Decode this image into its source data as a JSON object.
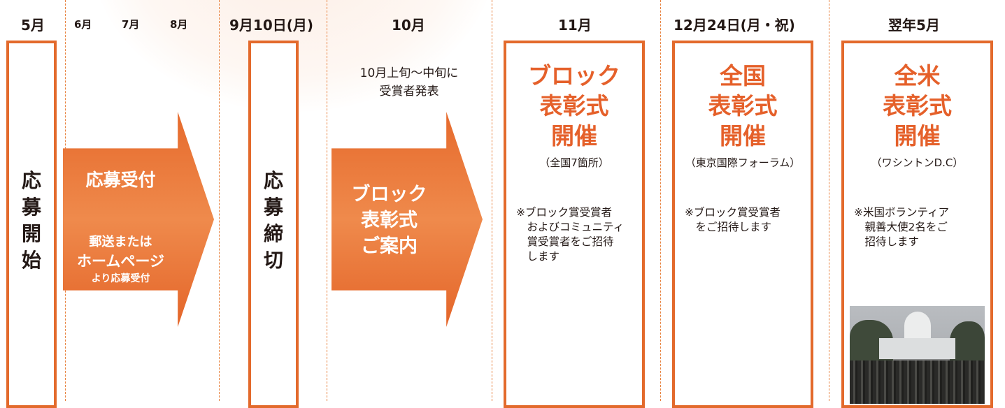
{
  "months": {
    "m5": "5月",
    "m6": "6月",
    "m7": "7月",
    "m8": "8月",
    "m9_10": "9月10日(月)",
    "m10": "10月",
    "m11": "11月",
    "m12_24": "12月24日(月・祝)",
    "next5": "翌年5月"
  },
  "start": {
    "label": [
      "応",
      "募",
      "開",
      "始"
    ]
  },
  "acceptance": {
    "title": "応募受付",
    "line1": "郵送または",
    "line2": "ホームページ",
    "line3": "より応募受付"
  },
  "deadline": {
    "label": [
      "応",
      "募",
      "締",
      "切"
    ]
  },
  "announce": {
    "line1": "10月上旬〜中旬に",
    "line2": "受賞者発表"
  },
  "block_notice": {
    "line1": "ブロック",
    "line2": "表彰式",
    "line3": "ご案内"
  },
  "block_ceremony": {
    "title": [
      "ブロック",
      "表彰式",
      "開催"
    ],
    "venue": "（全国7箇所）",
    "note": [
      "※ブロック賞受賞者",
      "　およびコミュニティ",
      "　賞受賞者をご招待",
      "　します"
    ]
  },
  "national_ceremony": {
    "title": [
      "全国",
      "表彰式",
      "開催"
    ],
    "venue": "（東京国際フォーラム）",
    "note": [
      "※ブロック賞受賞者",
      "　をご招待します"
    ]
  },
  "us_ceremony": {
    "title": [
      "全米",
      "表彰式",
      "開催"
    ],
    "venue": "（ワシントンD.C）",
    "note": [
      "※米国ボランティア",
      "　親善大使2名をご",
      "　招待します"
    ]
  },
  "colors": {
    "accent": "#e5602a",
    "box_border": "#e36a2c",
    "dashed": "#e8823f"
  }
}
